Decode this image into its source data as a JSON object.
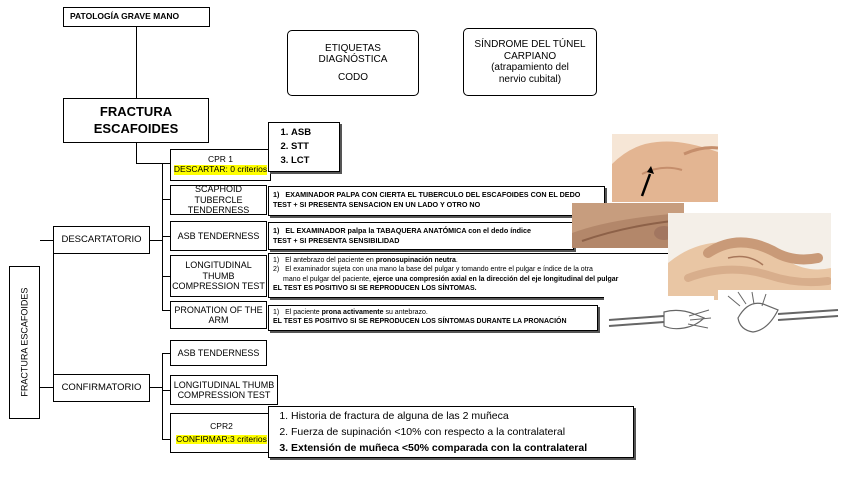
{
  "header": {
    "patologia": "PATOLOGÍA GRAVE MANO",
    "etiquetas": [
      "ETIQUETAS",
      "DIAGNÓSTICA",
      "CODO"
    ],
    "sindrome": [
      "SÍNDROME DEL TÚNEL",
      "CARPIANO",
      "(atrapamiento del",
      "nervio cubital)"
    ]
  },
  "fractura_main": [
    "FRACTURA",
    "ESCAFOIDES"
  ],
  "root_vertical": "FRACTURA ESCAFOIDES",
  "descartatorio": {
    "label": "DESCARTATORIO",
    "cpr1": {
      "title": "CPR 1",
      "subtitle": "DESCARTAR: 0 criterios",
      "items": [
        "ASB",
        "STT",
        "LCT"
      ]
    },
    "scaphoid": {
      "label": [
        "SCAPHOID TUBERCLE",
        "TENDERNESS"
      ],
      "note": [
        "EXAMINADOR PALPA CON CIERTA  EL TUBERCULO DEL ESCAFOIDES CON EL DEDO",
        "TEST + SI PRESENTA  SENSACION EN UN LADO Y OTRO NO"
      ]
    },
    "asb": {
      "label": "ASB TENDERNESS",
      "note": [
        "EL EXAMINADOR palpa la TABAQUERA ANATÓMICA con el dedo índice",
        "TEST + SI PRESENTA SENSIBILIDAD"
      ]
    },
    "longitudinal": {
      "label": [
        "LONGITUDINAL",
        "THUMB",
        "COMPRESSION TEST"
      ],
      "note1_a": "El antebrazo del paciente en ",
      "note1_b": "pronosupinación neutra",
      "note1_c": ".",
      "note2": "El examinador sujeta con una mano la base del pulgar y tomando entre el pulgar e índice de la otra",
      "note3_a": "mano el pulgar del paciente, ",
      "note3_b": "ejerce una compresión axial en la dirección del eje longitudinal del pulgar",
      "note4": "EL TEST ES POSITIVO SI SE REPRODUCEN LOS SÍNTOMAS."
    },
    "pronation": {
      "label": [
        "PRONATION OF THE",
        "ARM"
      ],
      "note1_a": "El paciente ",
      "note1_b": "prona activamente",
      "note1_c": " su antebrazo.",
      "note2": "EL TEST ES POSITIVO SI SE REPRODUCEN LOS SÍNTOMAS DURANTE LA PRONACIÓN"
    }
  },
  "confirmatorio": {
    "label": "CONFIRMATORIO",
    "asb": "ASB TENDERNESS",
    "longitudinal": [
      "LONGITUDINAL THUMB",
      "COMPRESSION TEST"
    ],
    "cpr2": {
      "title": "CPR2",
      "subtitle": "CONFIRMAR:3 criterios",
      "items": [
        "Historia de fractura de alguna de las 2 muñeca",
        "Fuerza de supinación <10% con respecto a la contralateral",
        "Extensión de muñeca <50% comparada con la contralateral"
      ]
    }
  },
  "colors": {
    "highlight": "#ffff00",
    "skin": "#e9c6a4",
    "border": "#000000"
  }
}
